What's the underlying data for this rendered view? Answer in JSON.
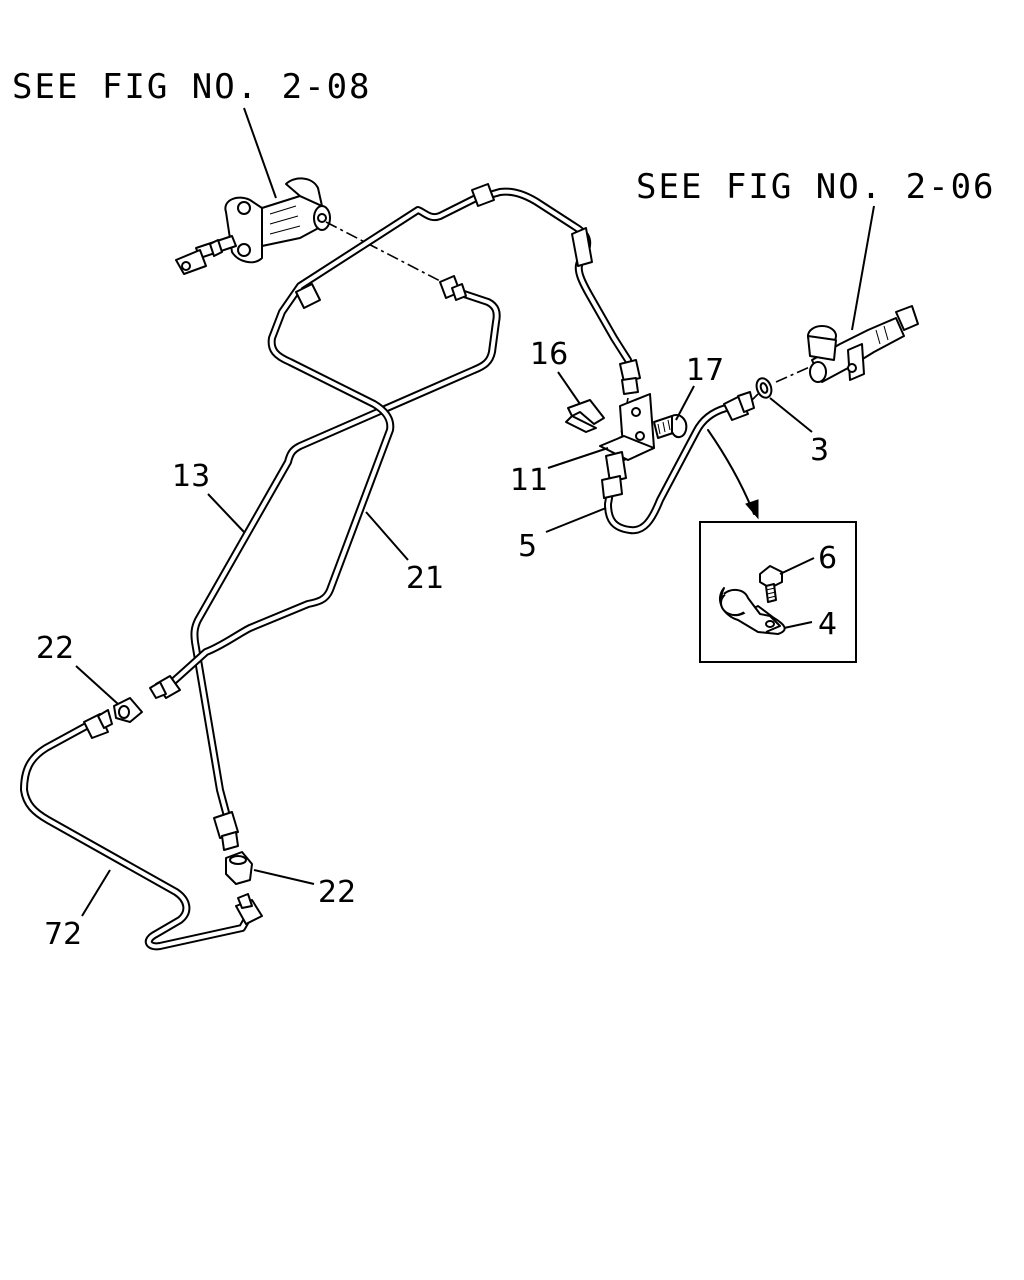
{
  "references": {
    "fig_2_08": "SEE FIG NO. 2-08",
    "fig_2_06": "SEE FIG NO. 2-06"
  },
  "callouts": {
    "p16": "16",
    "p17": "17",
    "p3": "3",
    "p11": "11",
    "p5": "5",
    "p6": "6",
    "p4": "4",
    "p13": "13",
    "p21": "21",
    "p22_left": "22",
    "p22_bottom": "22",
    "p72": "72"
  }
}
